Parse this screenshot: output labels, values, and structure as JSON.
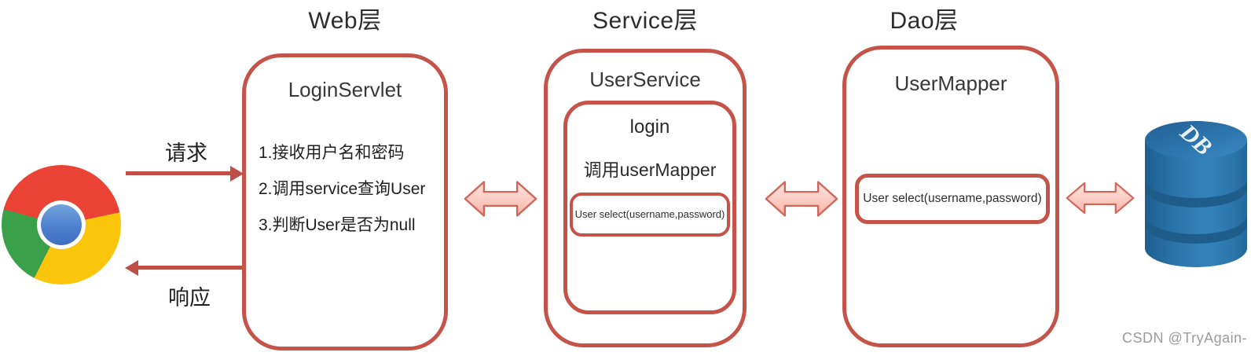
{
  "layer_labels": {
    "web": "Web层",
    "service": "Service层",
    "dao": "Dao层"
  },
  "flow": {
    "request": "请求",
    "response": "响应"
  },
  "web_box": {
    "title": "LoginServlet",
    "steps": [
      "1.接收用户名和密码",
      "2.调用service查询User",
      "3.判断User是否为null"
    ]
  },
  "service_box": {
    "title": "UserService",
    "method": {
      "name": "login",
      "call_note": "调用userMapper",
      "mapper_call": "User select(username,password)"
    }
  },
  "dao_box": {
    "title": "UserMapper",
    "method_signature": "User select(username,password)"
  },
  "database": {
    "label": "DB"
  },
  "icons": {
    "client": "chrome-browser-logo",
    "storage": "database-cylinder"
  },
  "watermark": "CSDN @TryAgain-",
  "colors": {
    "box_border": "#C5534A",
    "flow_arrow": "#BE4F48",
    "double_arrow_fill_top": "#FDE3DE",
    "double_arrow_fill_bottom": "#F8B0A5",
    "double_arrow_border": "#CF675B",
    "database_blue": "#2E78B0",
    "chrome_red": "#EA4335",
    "chrome_yellow": "#FBC50B",
    "chrome_green": "#3BA04A",
    "chrome_blue": "#4E80CE",
    "title_text": "#2D2D2D",
    "watermark_text": "#9B9B9B"
  }
}
